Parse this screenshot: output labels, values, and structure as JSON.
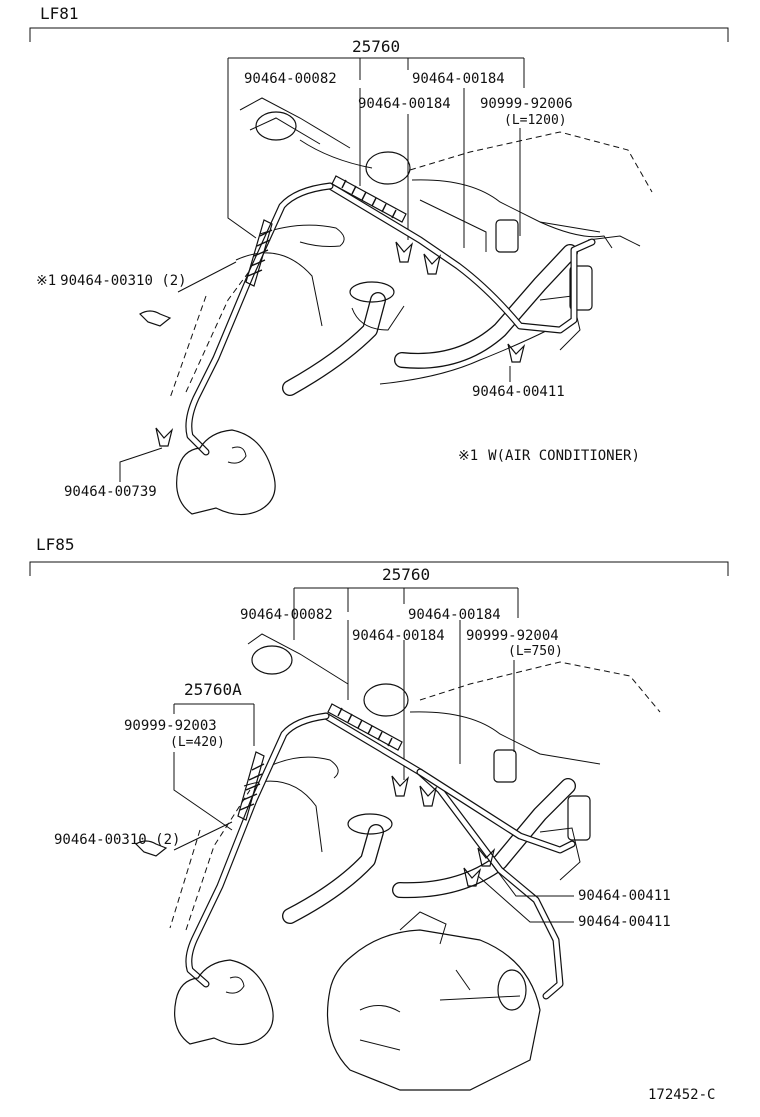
{
  "diagram_id": "172452-C",
  "sections": [
    {
      "title": "LF81",
      "note_marker": "※1",
      "note_text": "W(AIR CONDITIONER)",
      "labels": {
        "assembly": "25760",
        "clamp_a": "90464-00082",
        "clamp_b_top": "90464-00184",
        "clamp_b": "90464-00184",
        "hose": "90999-92006",
        "hose_len": "(L=1200)",
        "clamp_c": "90464-00310 (2)",
        "clamp_d": "90464-00411",
        "clamp_e": "90464-00739"
      }
    },
    {
      "title": "LF85",
      "labels": {
        "assembly": "25760",
        "sub_assembly": "25760A",
        "clamp_a": "90464-00082",
        "clamp_b_top": "90464-00184",
        "clamp_b": "90464-00184",
        "hose": "90999-92004",
        "hose_len": "(L=750)",
        "hose2": "90999-92003",
        "hose2_len": "(L=420)",
        "clamp_c": "90464-00310 (2)",
        "clamp_d1": "90464-00411",
        "clamp_d2": "90464-00411"
      }
    }
  ]
}
